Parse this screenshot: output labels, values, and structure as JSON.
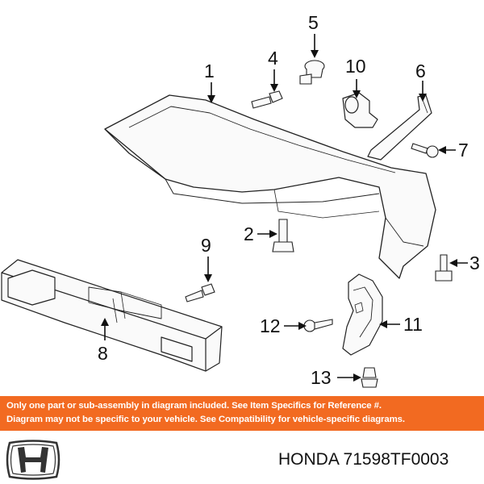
{
  "diagram": {
    "callouts": [
      {
        "id": "1",
        "label": "1"
      },
      {
        "id": "2",
        "label": "2"
      },
      {
        "id": "3",
        "label": "3"
      },
      {
        "id": "4",
        "label": "4"
      },
      {
        "id": "5",
        "label": "5"
      },
      {
        "id": "6",
        "label": "6"
      },
      {
        "id": "7",
        "label": "7"
      },
      {
        "id": "8",
        "label": "8"
      },
      {
        "id": "9",
        "label": "9"
      },
      {
        "id": "10",
        "label": "10"
      },
      {
        "id": "11",
        "label": "11"
      },
      {
        "id": "12",
        "label": "12"
      },
      {
        "id": "13",
        "label": "13"
      }
    ]
  },
  "banner": {
    "line1": "Only one part or sub-assembly in diagram included. See Item Specifics for Reference #.",
    "line2": "Diagram may not be specific to your vehicle. See Compatibility for vehicle-specific diagrams."
  },
  "footer": {
    "brand_logo": "honda-h-logo",
    "part_text": "HONDA 71598TF0003"
  },
  "colors": {
    "banner_bg": "#f26a21",
    "banner_text": "#ffffff",
    "line": "#222222"
  }
}
